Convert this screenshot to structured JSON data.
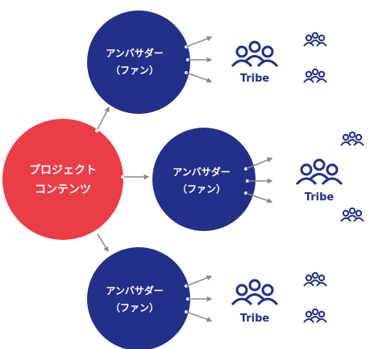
{
  "colors": {
    "project": "#ea3d48",
    "ambassador": "#23308a",
    "tribe": "#23308a",
    "arrow": "#8a8a8a",
    "node_text": "#ffffff"
  },
  "project": {
    "line1": "プロジェクト",
    "line2": "コンテンツ"
  },
  "ambassador_top": {
    "line1": "アンバサダー",
    "line2": "（ファン）"
  },
  "ambassador_middle": {
    "line1": "アンバサダー",
    "line2": "（ファン）"
  },
  "ambassador_bottom": {
    "line1": "アンバサダー",
    "line2": "（ファン）"
  },
  "tribe_top": {
    "label": "Tribe",
    "icon": "people-group-icon"
  },
  "tribe_middle": {
    "label": "Tribe",
    "icon": "people-group-icon"
  },
  "tribe_bottom": {
    "label": "Tribe",
    "icon": "people-group-icon"
  }
}
